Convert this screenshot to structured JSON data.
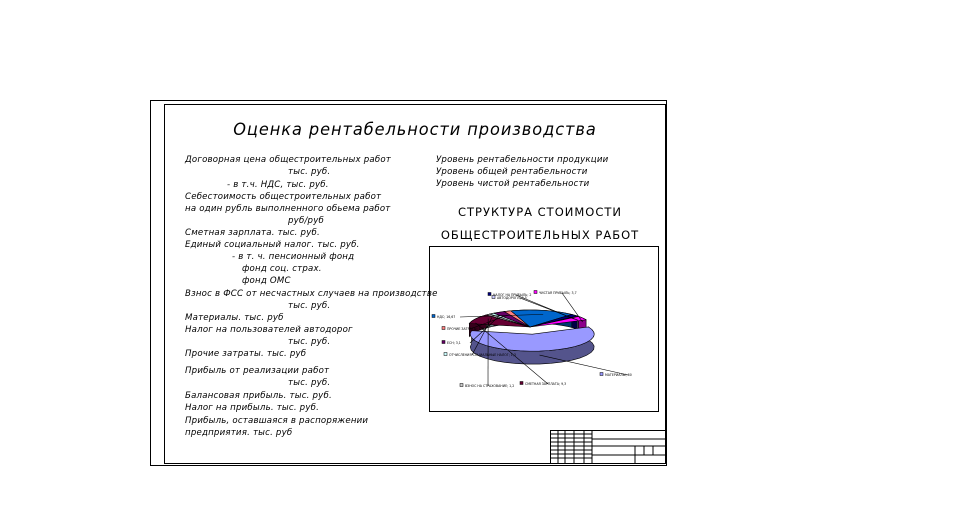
{
  "title": "Оценка рентабельности производства",
  "left_lines": [
    "Договорная цена общестроительных работ",
    "тыс. руб.",
    "- в т.ч. НДС, тыс. руб.",
    "Себестоимость общестроительных работ",
    "на один рубль выполненного обьема работ",
    "руб/руб",
    "Сметная зарплата. тыс. руб.",
    "Единый социальный налог. тыс. руб.",
    "- в т. ч. пенсионный фонд",
    "фонд соц. страх.",
    "фонд ОМС",
    "Взнос в ФСС от несчастных случаев на производстве",
    "тыс. руб.",
    "Материалы. тыс. руб",
    "Налог на пользователей автодорог",
    "тыс. руб.",
    "Прочие затраты. тыс. руб",
    "Прибыль от реализации работ",
    "тыс. руб.",
    "Балансовая прибыль. тыс. руб.",
    "Налог на прибыль. тыс. руб.",
    "Прибыль, оставшаяся в распоряжении",
    "предприятия. тыс. руб"
  ],
  "right_lines": [
    "Уровень рентабельности продукции",
    "Уровень общей рентабельности",
    "Уровень чистой рентабельности"
  ],
  "chart_data": {
    "type": "pie",
    "title": [
      "СТРУКТУРА СТОИМОСТИ",
      "ОБЩЕСТРОИТЕЛЬНЫХ РАБОТ"
    ],
    "slices": [
      {
        "label": "МАТЕРИАЛЫ; 60",
        "value": 60,
        "color": "#9999ff"
      },
      {
        "label": "СМЕТНАЯ ЗАРПЛАТА; 9,3",
        "value": 9.3,
        "color": "#660033"
      },
      {
        "label": "ВЗНОС НА СТРАХОВАНИЕ; 1,2",
        "value": 1.2,
        "color": "#cccccc"
      },
      {
        "label": "ОТЧИСЛЕНИЯ СОЦИАЛЬНЫЕ НАЛОГ; 1,3",
        "value": 1.3,
        "color": "#ccffff"
      },
      {
        "label": "ЕСН; 3,1",
        "value": 3.1,
        "color": "#660066"
      },
      {
        "label": "ПРОЧИЕ ЗАТРАТЫ; 1,8",
        "value": 1.8,
        "color": "#ff8080"
      },
      {
        "label": "НДС; 16,67",
        "value": 16.67,
        "color": "#0066cc"
      },
      {
        "label": "НАЛОГ НА ПРИБЫЛЬ; 2",
        "value": 2,
        "color": "#000080"
      },
      {
        "label": "АВТОДОРОГИ; 0,5",
        "value": 0.5,
        "color": "#ccccff"
      },
      {
        "label": "ЧИСТАЯ ПРИБЫЛЬ; 3,7",
        "value": 3.7,
        "color": "#ff00ff"
      }
    ]
  }
}
